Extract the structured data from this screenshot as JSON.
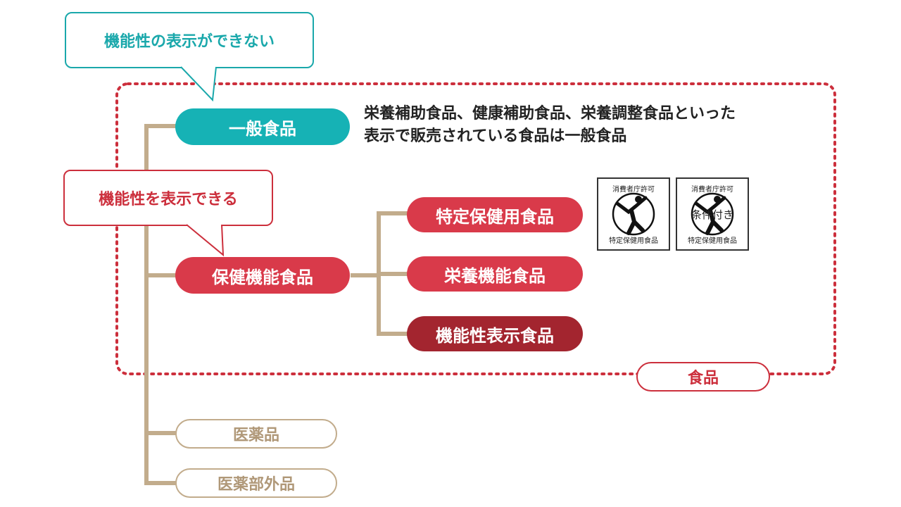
{
  "bubbles": {
    "cannot_label": "機能性の表示ができない",
    "can_label": "機能性を表示できる"
  },
  "nodes": {
    "general_food": "一般食品",
    "health_food": "保健機能食品",
    "specified_health": "特定保健用食品",
    "nutrient_function": "栄養機能食品",
    "function_claims": "機能性表示食品",
    "food": "食品",
    "pharmaceuticals": "医薬品",
    "quasi_drugs": "医薬部外品"
  },
  "description": {
    "line1": "栄養補助食品、健康補助食品、栄養調整食品といった",
    "line2": "表示で販売されている食品は一般食品"
  },
  "marks": [
    {
      "top": "消費者庁許可",
      "bottom": "特定保健用食品",
      "overlay": ""
    },
    {
      "top": "消費者庁許可",
      "bottom": "特定保健用食品",
      "overlay": "条件付き"
    }
  ],
  "colors": {
    "teal": "#16b2b5",
    "red": "#d93a4a",
    "dark_red": "#a3252f",
    "tan": "#c2ac8c"
  }
}
